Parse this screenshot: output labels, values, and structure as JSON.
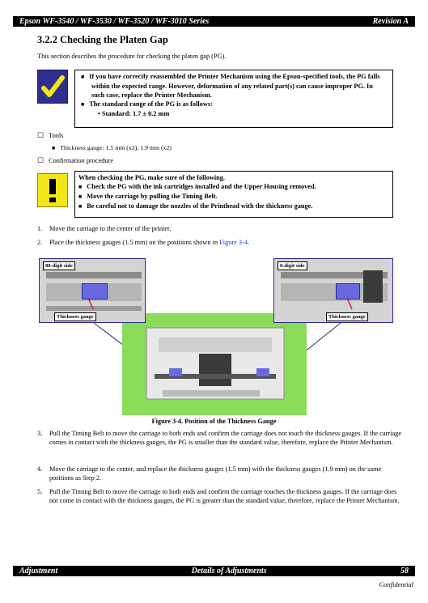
{
  "header": {
    "left": "Epson WF-3540 / WF-3530 / WF-3520 / WF-3010 Series",
    "right": "Revision A"
  },
  "section": {
    "title": "3.2.2  Checking the Platen Gap",
    "intro": "This section describes the procedure for checking the platen gap (PG)."
  },
  "check_note": {
    "items": [
      "If you have correctly reassembled the Printer Mechanism using the Epson-specified tools, the PG falls within the expected range. However, deformation of any related part(s) can cause improper PG. In such case, replace the Printer Mechanism.",
      "The standard range of the PG is as follows:"
    ],
    "sub_item": "Standard: 1.7 ± 0.2 mm"
  },
  "tools": {
    "title": "Tools",
    "item": "Thickness gauge: 1.5 mm (x2), 1.9 mm (x2)"
  },
  "confirmation": {
    "title": "Confirmation procedure"
  },
  "caution_note": {
    "lead": "When checking the PG, make sure of the following.",
    "items": [
      "Check the PG with the ink cartridges installed and the Upper Housing removed.",
      "Move the carriage by pulling the Timing Belt.",
      "Be careful not to damage the nozzles of the Printhead with the thickness gauge."
    ]
  },
  "steps": [
    {
      "num": "1.",
      "text": "Move the carriage to the center of the printer."
    },
    {
      "num": "2.",
      "text_pre": "Place the thickness gauges (1.5 mm) on the positions shown in ",
      "link": "Figure 3-4",
      "text_post": "."
    },
    {
      "num": "3.",
      "text": "Pull the Timing Belt to move the carriage to both ends and confirm the carriage does not touch the thickness gauges. If the carriage comes in contact with the thickness gauges, the PG is smaller than the standard value, therefore, replace the Printer Mechanism."
    },
    {
      "num": "4.",
      "text": "Move the carriage to the center, and replace the thickness gauges (1.5 mm) with the thickness gauges (1.9 mm) on the same positions as Step 2."
    },
    {
      "num": "5.",
      "text": "Pull the Timing Belt to move the carriage to both ends and confirm the carriage touches the thickness gauges. If the carriage does not come in contact with the thickness gauges, the PG is greater than the standard value, therefore, replace the Printer Mechanism."
    }
  ],
  "figure": {
    "left_label": "80-digit side",
    "right_label": "0-digit side",
    "gauge_label": "Thickness gauge",
    "caption": "Figure 3-4.  Position of the Thickness Gauge"
  },
  "footer": {
    "left": "Adjustment",
    "center": "Details of Adjustments",
    "page": "58",
    "confidential": "Confidential"
  },
  "colors": {
    "accent_blue": "#2a2a8a",
    "link": "#1a35c8",
    "gauge": "#6a6ae0",
    "photo_bg": "#8bdc5a",
    "warn_yellow": "#f2e51a"
  }
}
